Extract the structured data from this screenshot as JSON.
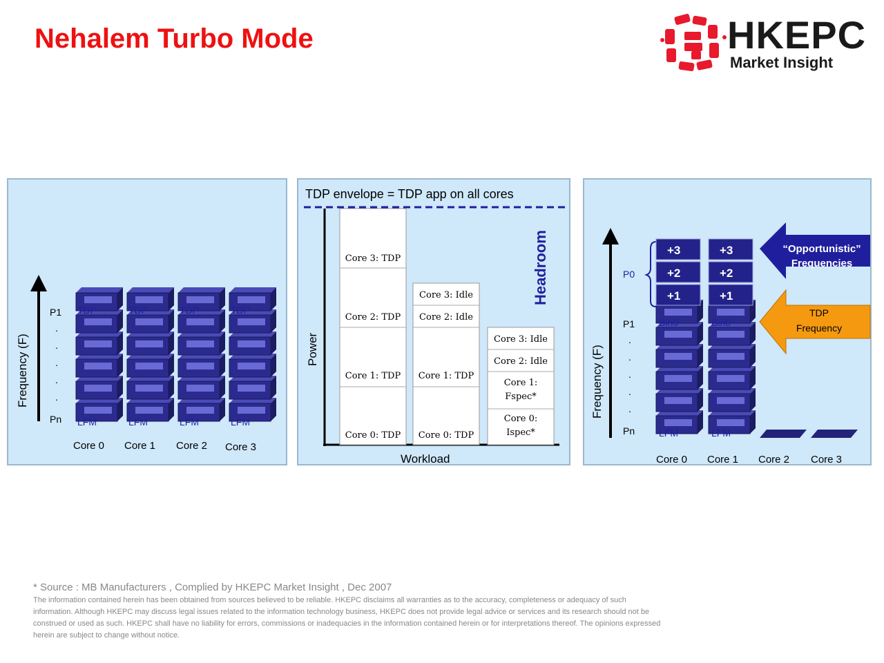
{
  "title": "Nehalem Turbo Mode",
  "logo": {
    "name": "HKEPC",
    "tagline": "Market Insight",
    "brand_color": "#e8192c"
  },
  "colors": {
    "title_red": "#ee1111",
    "panel_bg": "#cfe8fa",
    "block_dark": "#232378",
    "block_mid": "#2e2e95",
    "block_light": "#6a6ad4",
    "arrow_orange": "#f59a10",
    "accent_blue": "#1f1f9e"
  },
  "panel1": {
    "axis_label": "Frequency (F)",
    "levels": [
      "P1",
      "Pn"
    ],
    "dots": ".",
    "cores": [
      "Core 0",
      "Core 1",
      "Core 2",
      "Core 3"
    ],
    "top_label": "TDP",
    "bottom_label": "LFM"
  },
  "panel2": {
    "envelope": "TDP envelope = TDP app on all cores",
    "y_label": "Power",
    "x_label": "Workload",
    "headroom": "Headroom",
    "columns": [
      [
        "Core 0: TDP",
        "Core 1: TDP",
        "Core 2: TDP",
        "Core 3: TDP"
      ],
      [
        "Core 0: TDP",
        "Core 1: TDP",
        "Core 2: Idle",
        "Core 3: Idle"
      ],
      [
        "Core 0:",
        "Ispec*",
        "Core 1:",
        "Fspec*",
        "Core 2: Idle",
        "Core 3: Idle"
      ]
    ]
  },
  "panel3": {
    "axis_label": "Frequency (F)",
    "levels": [
      "P0",
      "P1",
      "Pn"
    ],
    "dots": ".",
    "cores": [
      "Core 0",
      "Core 1",
      "Core 2",
      "Core 3"
    ],
    "turbo_bins": [
      "+3",
      "+2",
      "+1"
    ],
    "bin_label": "Bin0",
    "bottom_label": "LFM",
    "arrow_opportunistic": [
      "“Opportunistic”",
      "Frequencies"
    ],
    "arrow_tdp": [
      "TDP",
      "Frequency"
    ]
  },
  "footer": {
    "source": "* Source : MB Manufacturers , Complied by HKEPC Market Insight , Dec 2007",
    "disclaimer": [
      "The information contained herein has been obtained from sources believed to be reliable. HKEPC disclaims all warranties as to the accuracy, completeness or adequacy of such",
      "information. Although HKEPC may discuss legal issues related to the information technology business, HKEPC does not provide legal advice or services and its research should not be",
      "construed or used as such. HKEPC shall have no liability for errors, commissions or inadequacies in the information contained herein or for interpretations thereof. The opinions expressed",
      "herein are subject to change without notice."
    ]
  }
}
